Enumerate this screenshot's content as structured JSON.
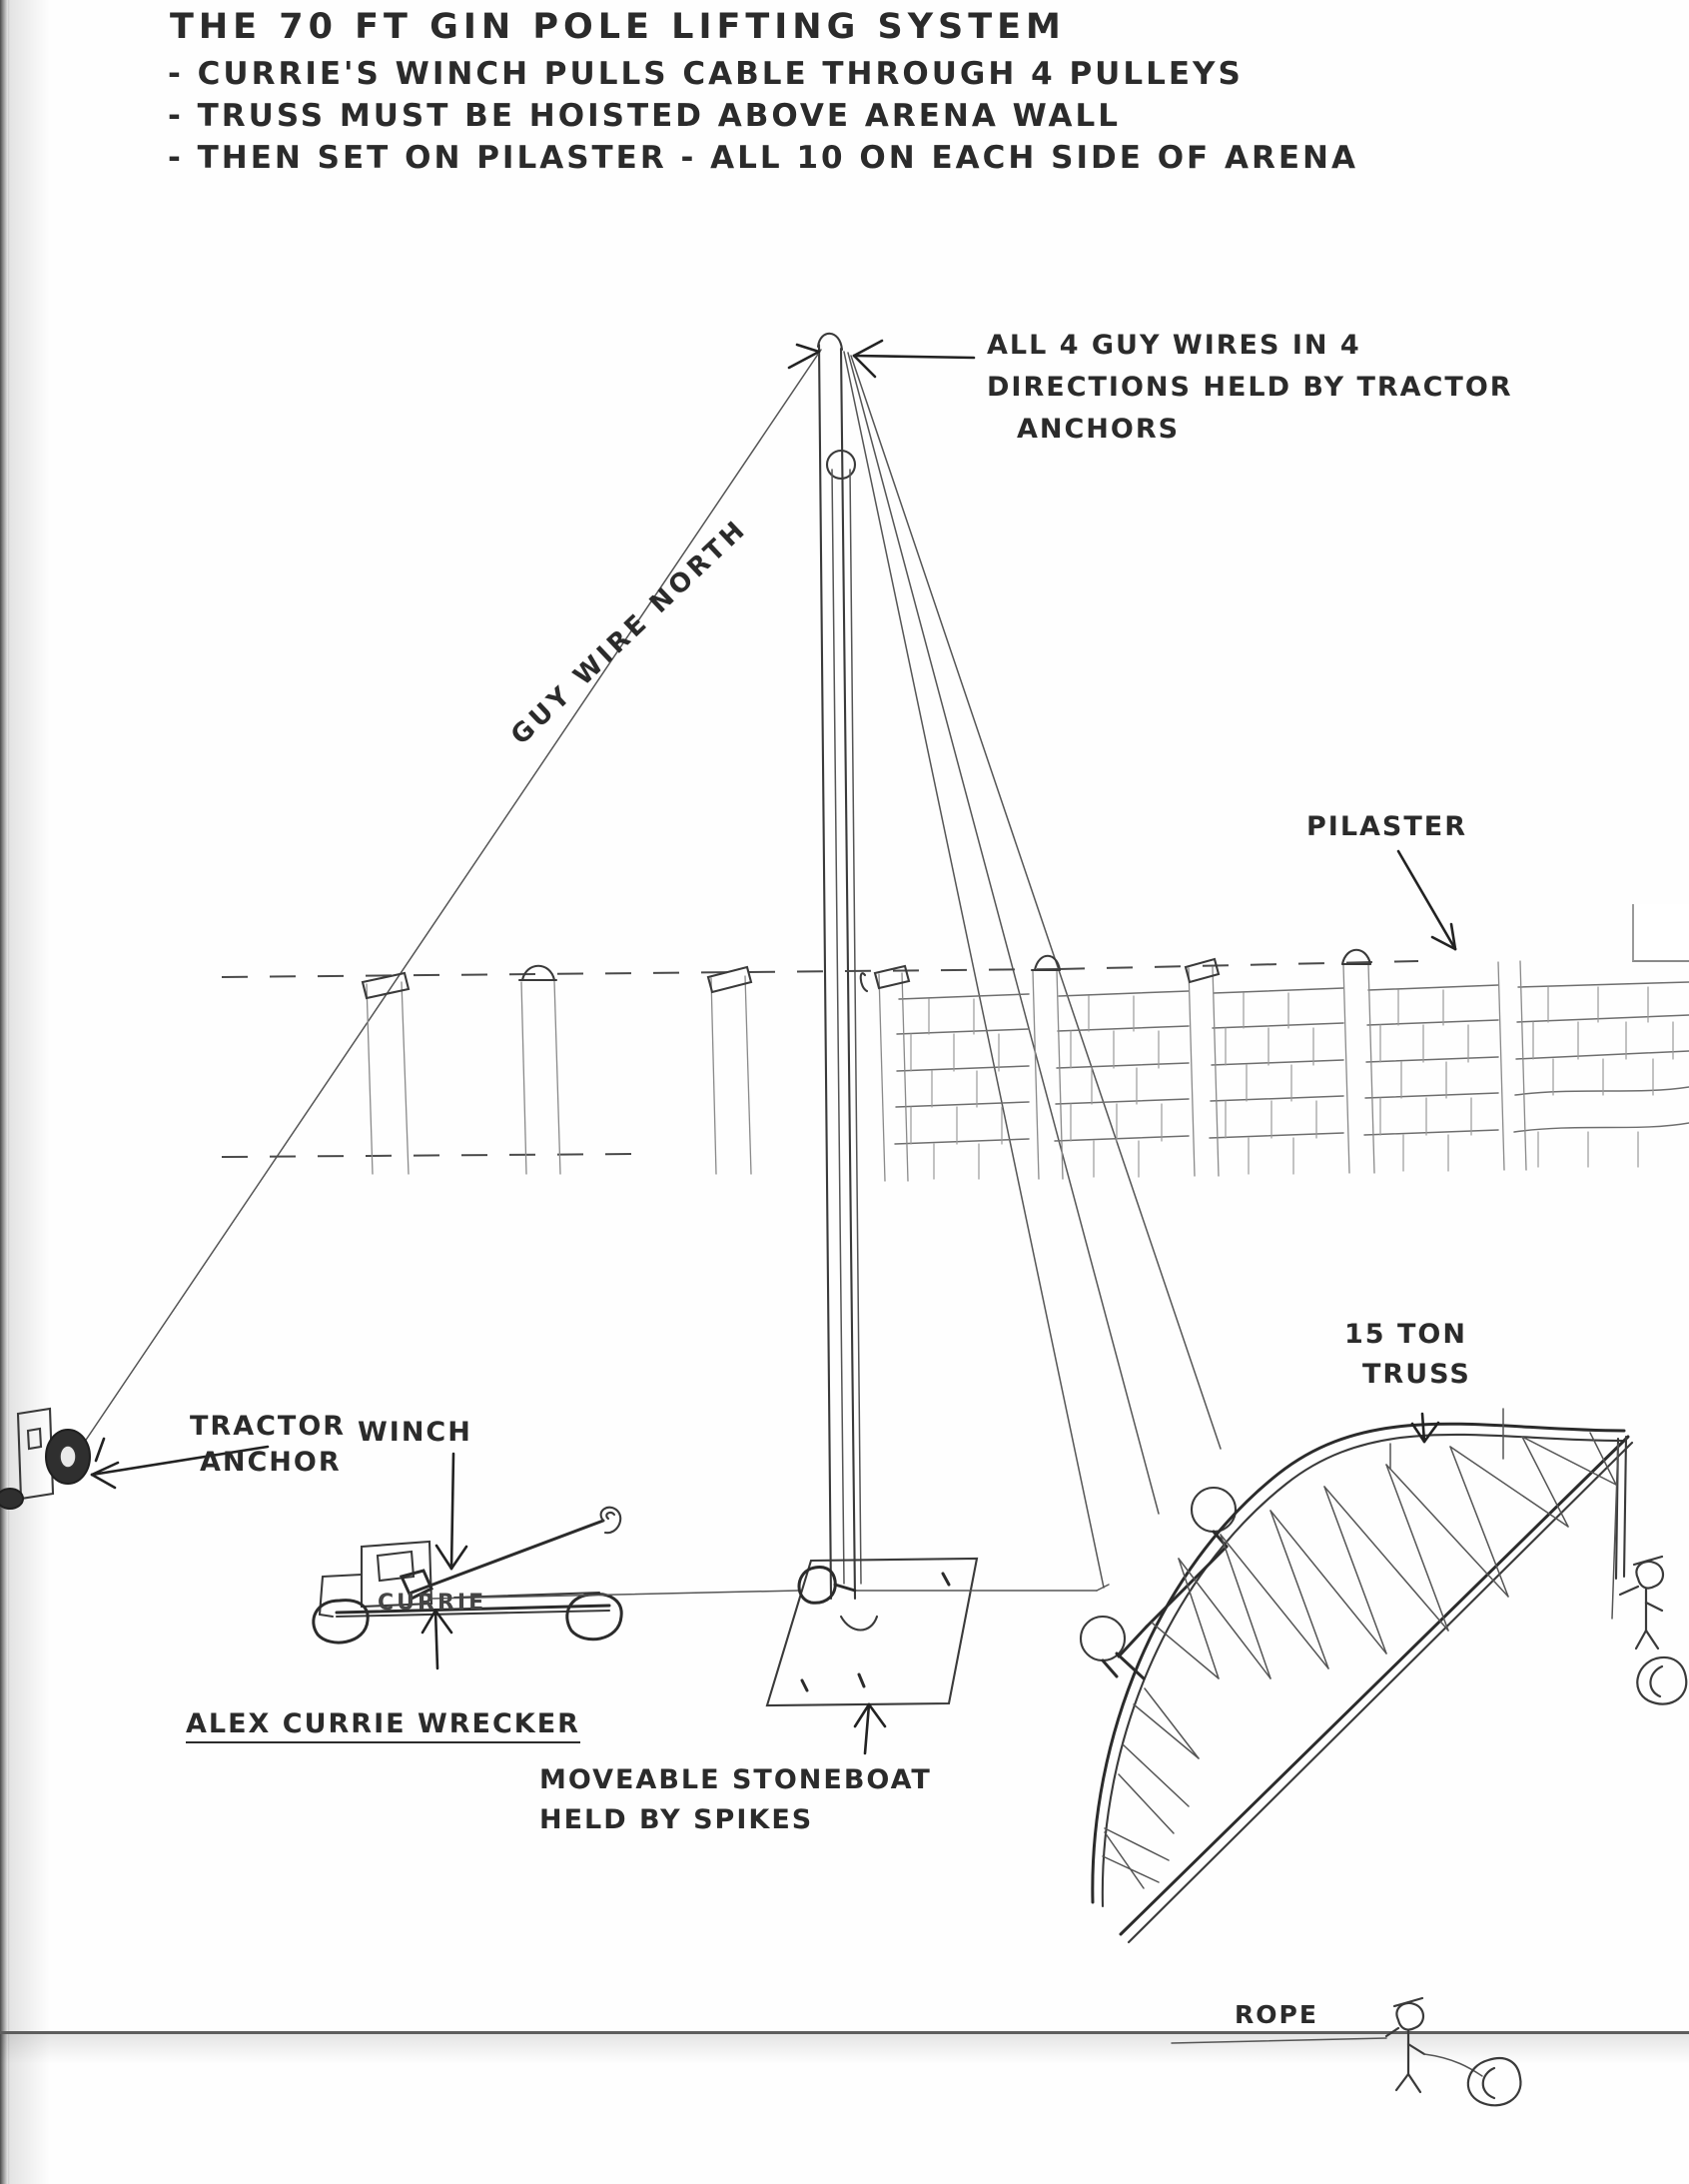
{
  "document": {
    "title": "THE 70 FT GIN POLE LIFTING SYSTEM",
    "bullets": [
      "- CURRIE'S WINCH PULLS CABLE THROUGH 4 PULLEYS",
      "- TRUSS MUST BE HOISTED ABOVE ARENA WALL",
      "- THEN SET ON PILASTER - ALL 10 ON EACH SIDE OF ARENA"
    ]
  },
  "annotations": {
    "guy_wires_note": {
      "line1": "ALL 4 GUY WIRES IN 4",
      "line2": "DIRECTIONS HELD BY TRACTOR",
      "line3": "ANCHORS"
    },
    "guy_wire_north": "GUY WIRE NORTH",
    "pilaster": "PILASTER",
    "tractor_anchor": {
      "line1": "TRACTOR",
      "line2": "ANCHOR"
    },
    "winch": "WINCH",
    "truck_name": "CURRIE",
    "wrecker": "ALEX CURRIE WRECKER",
    "stoneboat": {
      "line1": "MOVEABLE STONEBOAT",
      "line2": "HELD BY SPIKES"
    },
    "truss": {
      "line1": "15 TON",
      "line2": "TRUSS"
    },
    "rope": "ROPE"
  },
  "colors": {
    "paper": "#fefefe",
    "ink": "#3a3a3a",
    "ink_dark": "#2b2b2b",
    "ink_light": "#8a8a8a",
    "brick": "#6e6e6e"
  }
}
